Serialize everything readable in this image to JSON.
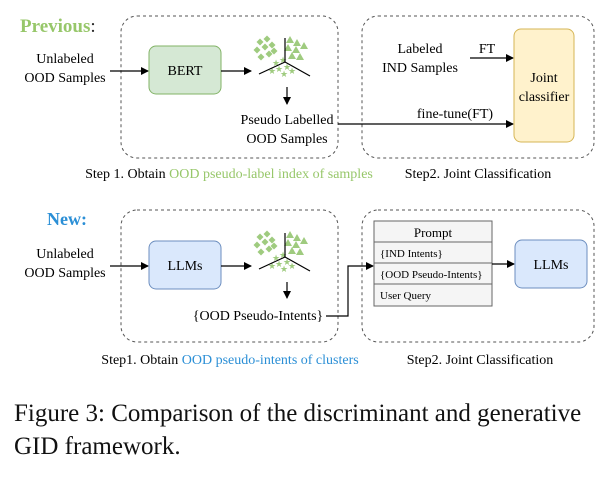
{
  "previous": {
    "label": "Previous",
    "label_suffix": ":",
    "input_line1": "Unlabeled",
    "input_line2": "OOD Samples",
    "encoder": "BERT",
    "pseudo_line1": "Pseudo Labelled",
    "pseudo_line2": "OOD Samples",
    "labeled_line1": "Labeled",
    "labeled_line2": "IND Samples",
    "ft": "FT",
    "finetune": "fine-tune(FT)",
    "classifier_line1": "Joint",
    "classifier_line2": "classifier",
    "step1_prefix": "Step 1. Obtain ",
    "step1_highlight": "OOD pseudo-label index of samples",
    "step2": "Step2. Joint Classification"
  },
  "new": {
    "label": "New:",
    "input_line1": "Unlabeled",
    "input_line2": "OOD Samples",
    "encoder": "LLMs",
    "pseudo_intents": "{OOD Pseudo-Intents}",
    "prompt_title": "Prompt",
    "prompt_rows": [
      "{IND Intents}",
      "{OOD Pseudo-Intents}",
      "User Query"
    ],
    "output": "LLMs",
    "step1_prefix": "Step1. Obtain ",
    "step1_highlight": "OOD pseudo-intents of clusters",
    "step2": "Step2. Joint Classification"
  },
  "caption": "Figure 3: Comparison of the discriminant and generative GID framework.",
  "colors": {
    "previous_accent": "#97c76a",
    "new_accent": "#2b8fd6",
    "bert_fill": "#d5e8d4",
    "bert_stroke": "#82b366",
    "llm_fill": "#dae8fc",
    "llm_stroke": "#6c8ebf",
    "classifier_fill": "#fff2cc",
    "classifier_stroke": "#d6b656",
    "prompt_fill": "#f5f5f5",
    "prompt_stroke": "#666666",
    "cluster_color": "#9fcb7f"
  }
}
